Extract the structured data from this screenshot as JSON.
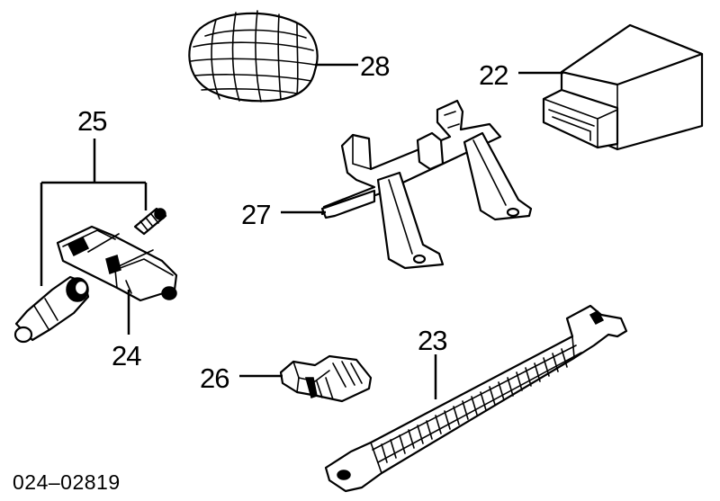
{
  "diagram": {
    "callouts": [
      {
        "id": "28",
        "label": "28"
      },
      {
        "id": "22",
        "label": "22"
      },
      {
        "id": "25",
        "label": "25"
      },
      {
        "id": "27",
        "label": "27"
      },
      {
        "id": "24",
        "label": "24"
      },
      {
        "id": "23",
        "label": "23"
      },
      {
        "id": "26",
        "label": "26"
      }
    ],
    "drawing_code": "024–02819"
  }
}
